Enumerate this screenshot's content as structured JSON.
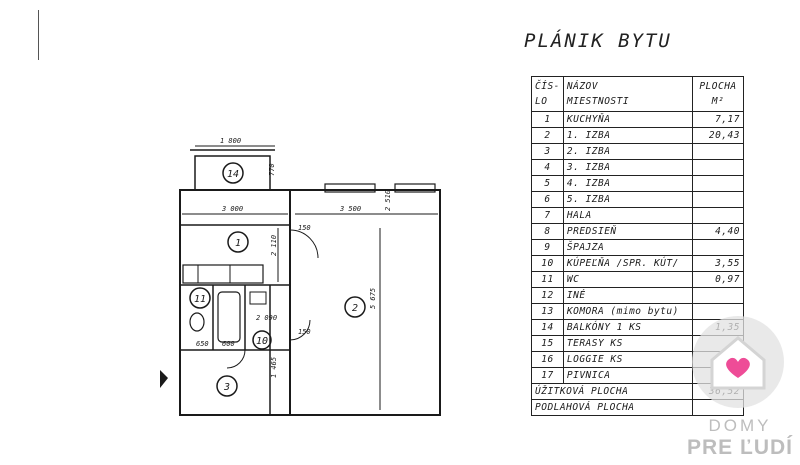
{
  "document": {
    "title": "PLÁNIK BYTU",
    "table": {
      "headers": {
        "num": [
          "ČÍS-",
          "LO"
        ],
        "name": [
          "NÁZOV",
          "MIESTNOSTI"
        ],
        "area": [
          "PLOCHA",
          "M²"
        ]
      },
      "rows": [
        {
          "num": "1",
          "name": "KUCHYŇA",
          "area": "7,17"
        },
        {
          "num": "2",
          "name": "1. IZBA",
          "area": "20,43"
        },
        {
          "num": "3",
          "name": "2. IZBA",
          "area": ""
        },
        {
          "num": "4",
          "name": "3. IZBA",
          "area": ""
        },
        {
          "num": "5",
          "name": "4. IZBA",
          "area": ""
        },
        {
          "num": "6",
          "name": "5. IZBA",
          "area": ""
        },
        {
          "num": "7",
          "name": "HALA",
          "area": ""
        },
        {
          "num": "8",
          "name": "PREDSIEŇ",
          "area": "4,40"
        },
        {
          "num": "9",
          "name": "ŠPAJZA",
          "area": ""
        },
        {
          "num": "10",
          "name": "KÚPEĽŇA /SPR. KÚT/",
          "area": "3,55"
        },
        {
          "num": "11",
          "name": "WC",
          "area": "0,97"
        },
        {
          "num": "12",
          "name": "INÉ",
          "area": ""
        },
        {
          "num": "13",
          "name": "KOMORA (mimo bytu)",
          "area": ""
        },
        {
          "num": "14",
          "name": "BALKÓNY 1 KS",
          "area": "1,35"
        },
        {
          "num": "15",
          "name": "TERASY KS",
          "area": ""
        },
        {
          "num": "16",
          "name": "LOGGIE KS",
          "area": ""
        },
        {
          "num": "17",
          "name": "PIVNICA",
          "area": ""
        }
      ],
      "usable_area": {
        "label": "ÚŽITKOVÁ PLOCHA",
        "value": "36,52"
      },
      "floor_area": {
        "label": "PODLAHOVÁ PLOCHA",
        "value": ""
      }
    }
  },
  "plan": {
    "room_numbers": [
      "14",
      "1",
      "2",
      "11",
      "10",
      "3"
    ],
    "dimensions": [
      "1 800",
      "3 000",
      "3 500",
      "2 110",
      "5 675",
      "2 090",
      "150",
      "150",
      "650",
      "600",
      "1 465",
      "2 510",
      "770"
    ]
  },
  "watermark": {
    "line1": "DOMY",
    "line2": "PRE ĽUDÍ",
    "heart_color": "#ee4c97"
  },
  "colors": {
    "ink": "#1a1a1a",
    "paper": "#ffffff",
    "watermark_gray": "#bdbdbd"
  }
}
